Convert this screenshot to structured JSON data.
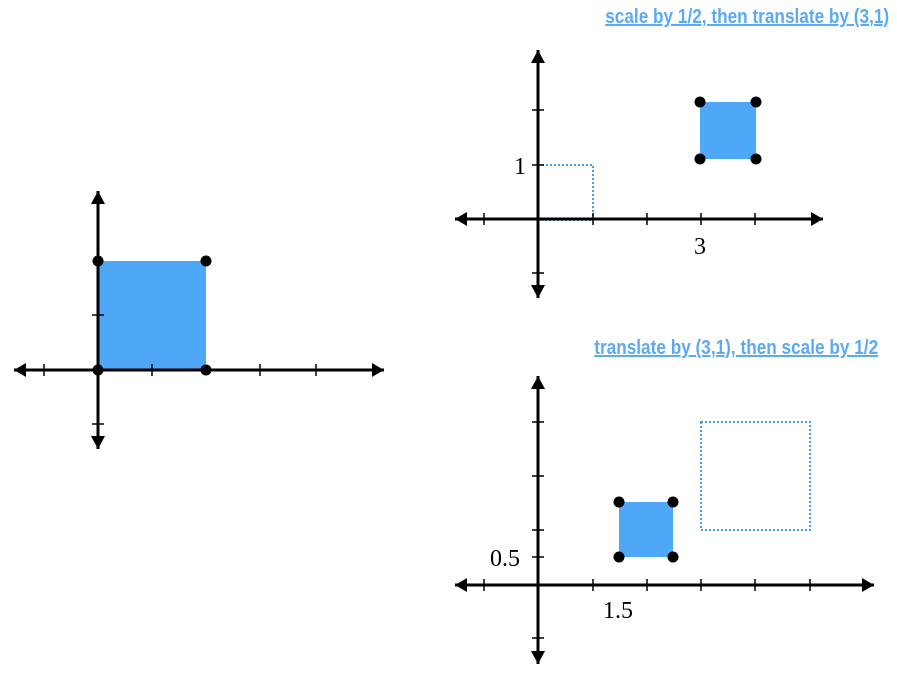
{
  "colors": {
    "shape": "#4fa8f7",
    "outline": "#4a9ee8",
    "heading": "#5aaaf5",
    "axis": "#000000"
  },
  "panels": {
    "original": {
      "title": ""
    },
    "scale_then_translate": {
      "title": "scale by 1/2, then translate by (3,1)",
      "y_tick_label": "1",
      "x_tick_label": "3"
    },
    "translate_then_scale": {
      "title": "translate by (3,1), then scale by 1/2",
      "y_tick_label": "0.5",
      "x_tick_label": "1.5"
    }
  }
}
